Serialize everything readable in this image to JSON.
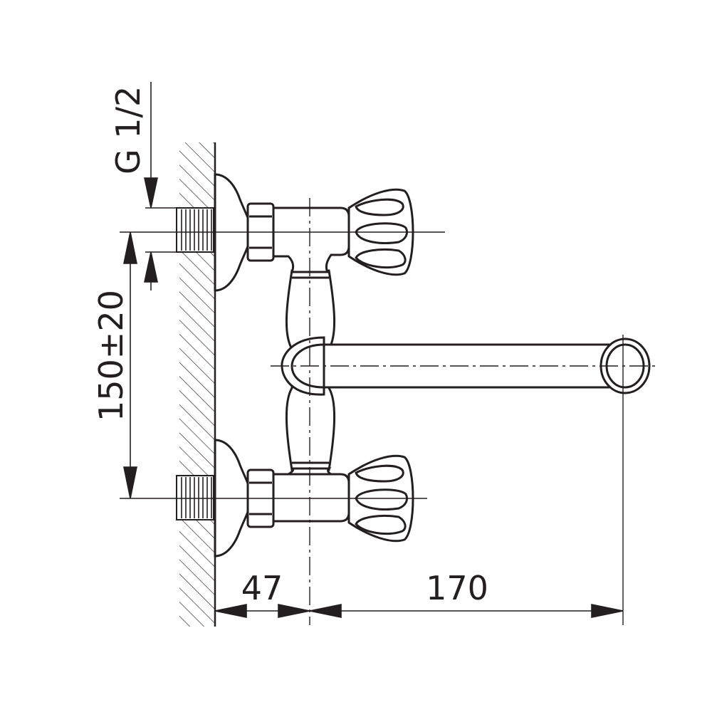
{
  "drawing": {
    "thread_label": "G 1/2",
    "center_distance_label": "150±20",
    "wall_offset_label": "47",
    "spout_reach_label": "170"
  },
  "colors": {
    "line": "#231f20",
    "background": "#ffffff"
  }
}
